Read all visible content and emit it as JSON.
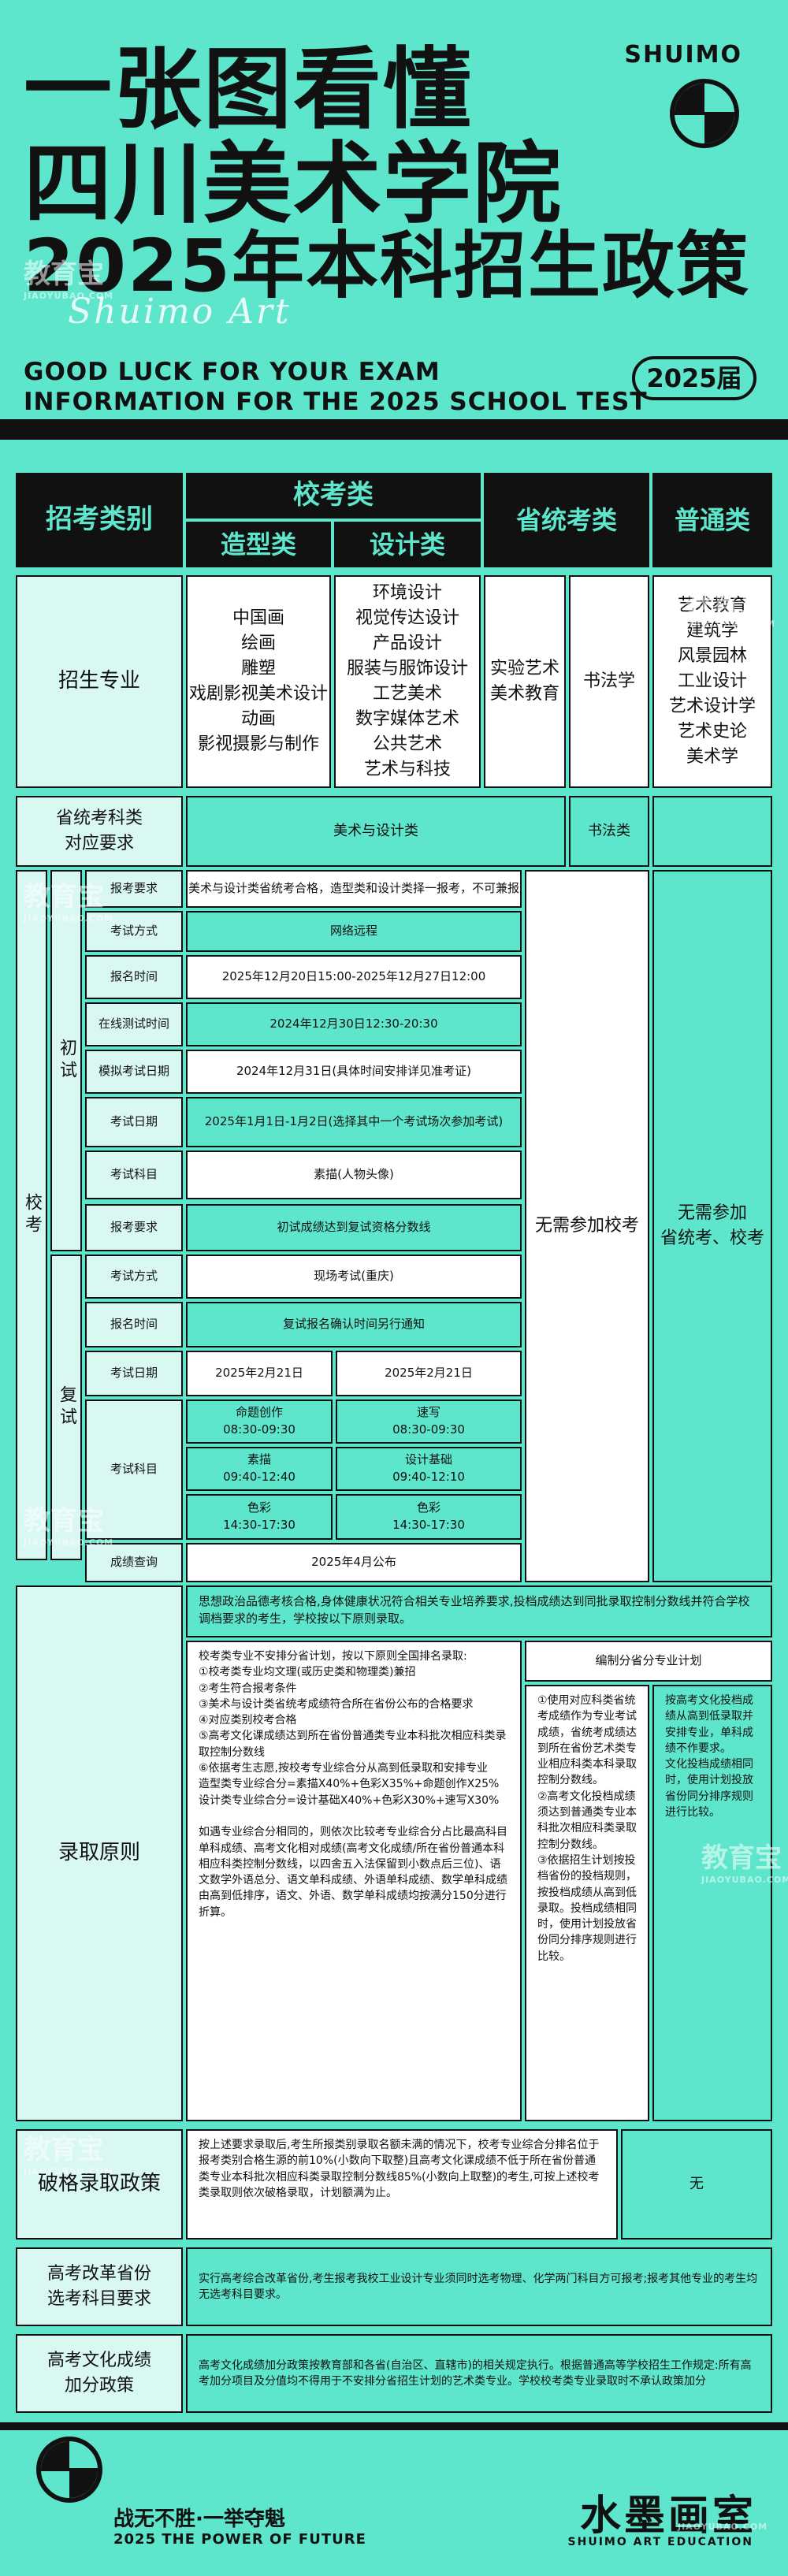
{
  "header": {
    "title_line1": "一张图看懂",
    "title_line2": "四川美术学院",
    "title_line3": "2025年本科招生政策",
    "brand": "SHUIMO",
    "script_text": "Shuimo Art",
    "en_line1": "GOOD LUCK FOR YOUR EXAM",
    "en_line2": "INFORMATION FOR THE 2025 SCHOOL TEST",
    "edition": "2025届"
  },
  "watermarks": {
    "cn": "教育宝",
    "en": "JIAOYUBAO.COM"
  },
  "table": {
    "h_category": "招考类别",
    "h_school": "校考类",
    "h_modeling": "造型类",
    "h_design": "设计类",
    "h_provincial": "省统考类",
    "h_general": "普通类",
    "r_major": "招生专业",
    "major_modeling": "中国画\n绘画\n雕塑\n戏剧影视美术设计\n动画\n影视摄影与制作",
    "major_design": "环境设计\n视觉传达设计\n产品设计\n服装与服饰设计\n工艺美术\n数字媒体艺术\n公共艺术\n艺术与科技",
    "major_prov1": "实验艺术\n美术教育",
    "major_prov2": "书法学",
    "major_general": "艺术教育\n建筑学\n风景园林\n工业设计\n艺术设计学\n艺术史论\n美术学",
    "r_prov_req": "省统考科类\n对应要求",
    "prov_req_art": "美术与设计类",
    "prov_req_calli": "书法类",
    "r_school": "校考",
    "r_initial": "初试",
    "r_retest": "复试",
    "init": {
      "l1": "报考要求",
      "v1": "美术与设计类省统考合格，造型类和设计类择一报考，不可兼报",
      "l2": "考试方式",
      "v2": "网络远程",
      "l3": "报名时间",
      "v3": "2025年12月20日15:00-2025年12月27日12:00",
      "l4": "在线测试时间",
      "v4": "2024年12月30日12:30-20:30",
      "l5": "模拟考试日期",
      "v5": "2024年12月31日(具体时间安排详见准考证)",
      "l6": "考试日期",
      "v6": "2025年1月1日-1月2日(选择其中一个考试场次参加考试)",
      "l7": "考试科目",
      "v7": "素描(人物头像)"
    },
    "re": {
      "l1": "报考要求",
      "v1": "初试成绩达到复试资格分数线",
      "l2": "考试方式",
      "v2": "现场考试(重庆)",
      "l3": "报名时间",
      "v3": "复试报名确认时间另行通知",
      "l4": "考试日期",
      "v4a": "2025年2月21日",
      "v4b": "2025年2月21日",
      "l5": "考试科目",
      "s1a": "命题创作\n08:30-09:30",
      "s1b": "速写\n08:30-09:30",
      "s2a": "素描\n09:40-12:40",
      "s2b": "设计基础\n09:40-12:10",
      "s3a": "色彩\n14:30-17:30",
      "s3b": "色彩\n14:30-17:30",
      "l6": "成绩查询",
      "v6": "2025年4月公布"
    },
    "no_school_exam": "无需参加校考",
    "no_exam_general": "无需参加\n省统考、校考",
    "r_admission": "录取原则",
    "adm_top": "思想政治品德考核合格,身体健康状况符合相关专业培养要求,投档成绩达到同批录取控制分数线并符合学校调档要求的考生，学校按以下原则录取。",
    "adm_left": "校考类专业不安排分省计划，按以下原则全国排名录取:\n①校考类专业均文理(或历史类和物理类)兼招\n②考生符合报考条件\n③美术与设计类省统考成绩符合所在省份公布的合格要求\n④对应类别校考合格\n⑤高考文化课成绩达到所在省份普通类专业本科批次相应科类录取控制分数线\n⑥依据考生志愿,按校考专业综合分从高到低录取和安排专业\n造型类专业综合分=素描X40%+色彩X35%+命题创作X25%\n设计类专业综合分=设计基础X40%+色彩X30%+速写X30%\n\n如遇专业综合分相同的，则依次比较考专业综合分占比最高科目单科成绩、高考文化相对成绩(高考文化成绩/所在省份普通本科相应科类控制分数线，以四舍五入法保留到小数点后三位)、语文数学外语总分、语文单科成绩、外语单科成绩、数学单科成绩由高到低排序，语文、外语、数学单科成绩均按满分150分进行折算。",
    "adm_mid_title": "编制分省分专业计划",
    "adm_mid": "①使用对应科类省统考成绩作为专业考试成绩，省统考成绩达到所在省份艺术类专业相应科类本科录取控制分数线。\n②高考文化投档成绩须达到普通类专业本科批次相应科类录取控制分数线。\n③依据招生计划按投档省份的投档规则，按投档成绩从高到低录取。投档成绩相同时，使用计划投放省份同分排序规则进行比较。",
    "adm_right": "按高考文化投档成绩从高到低录取并安排专业，单科成绩不作要求。\n文化投档成绩相同时，使用计划投放省份同分排序规则进行比较。",
    "r_break": "破格录取政策",
    "break_text": "按上述要求录取后,考生所报类别录取名额未满的情况下，校考专业综合分排名位于报考类别合格生源的前10%(小数向下取整)且高考文化课成绩不低于所在省份普通类专业本科批次相应科类录取控制分数线85%(小数向上取整)的考生,可按上述校考类录取则依次破格录取，计划额满为止。",
    "break_none": "无",
    "r_reform": "高考改革省份\n选考科目要求",
    "reform_text": "实行高考综合改革省份,考生报考我校工业设计专业须同时选考物理、化学两门科目方可报考;报考其他专业的考生均无选考科目要求。",
    "r_bonus": "高考文化成绩\n加分政策",
    "bonus_text": "高考文化成绩加分政策按教育部和各省(自治区、直辖市)的相关规定执行。根据普通高等学校招生工作规定:所有高考加分项目及分值均不得用于不安排分省招生计划的艺术类专业。学校校考类专业录取时不承认政策加分"
  },
  "footer": {
    "slogan": "战无不胜·一举夺魁",
    "slogan_en": "2025 THE POWER OF FUTURE",
    "brand": "水墨画室",
    "brand_en": "SHUIMO ART EDUCATION"
  }
}
